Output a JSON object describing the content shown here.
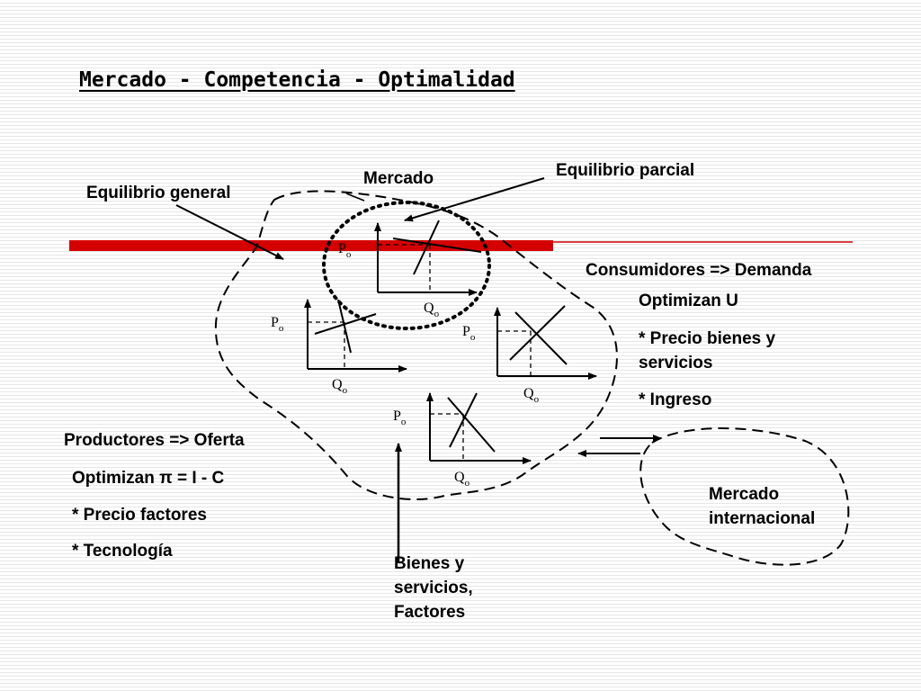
{
  "title": "Mercado - Competencia - Optimalidad",
  "labels": {
    "equilibrio_general": "Equilibrio general",
    "mercado": "Mercado",
    "equilibrio_parcial": "Equilibrio parcial",
    "consumidores": "Consumidores => Demanda",
    "consumidores_list": [
      "Optimizan U",
      "* Precio bienes y",
      "servicios",
      "* Ingreso"
    ],
    "productores": "Productores => Oferta",
    "productores_list": [
      "Optimizan π = I - C",
      "* Precio factores",
      "* Tecnología"
    ],
    "mercado_internacional": [
      "Mercado",
      "internacional"
    ],
    "bienes_servicios": [
      "Bienes y",
      "servicios,",
      "Factores"
    ]
  },
  "axis_labels": {
    "price": "P",
    "quantity": "Q",
    "subscript": "o"
  },
  "colors": {
    "accent_bar": "#d40000",
    "stripe": "#e6e6e6"
  }
}
